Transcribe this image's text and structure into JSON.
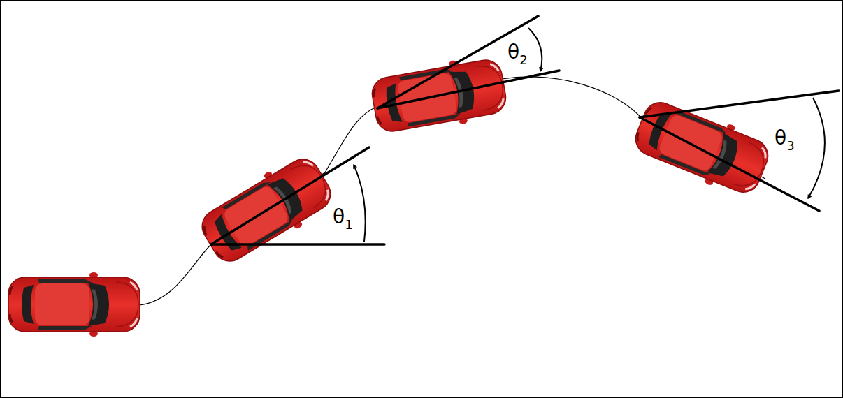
{
  "diagram": {
    "labels": [
      "θ1",
      "θ2",
      "θ3"
    ]
  }
}
